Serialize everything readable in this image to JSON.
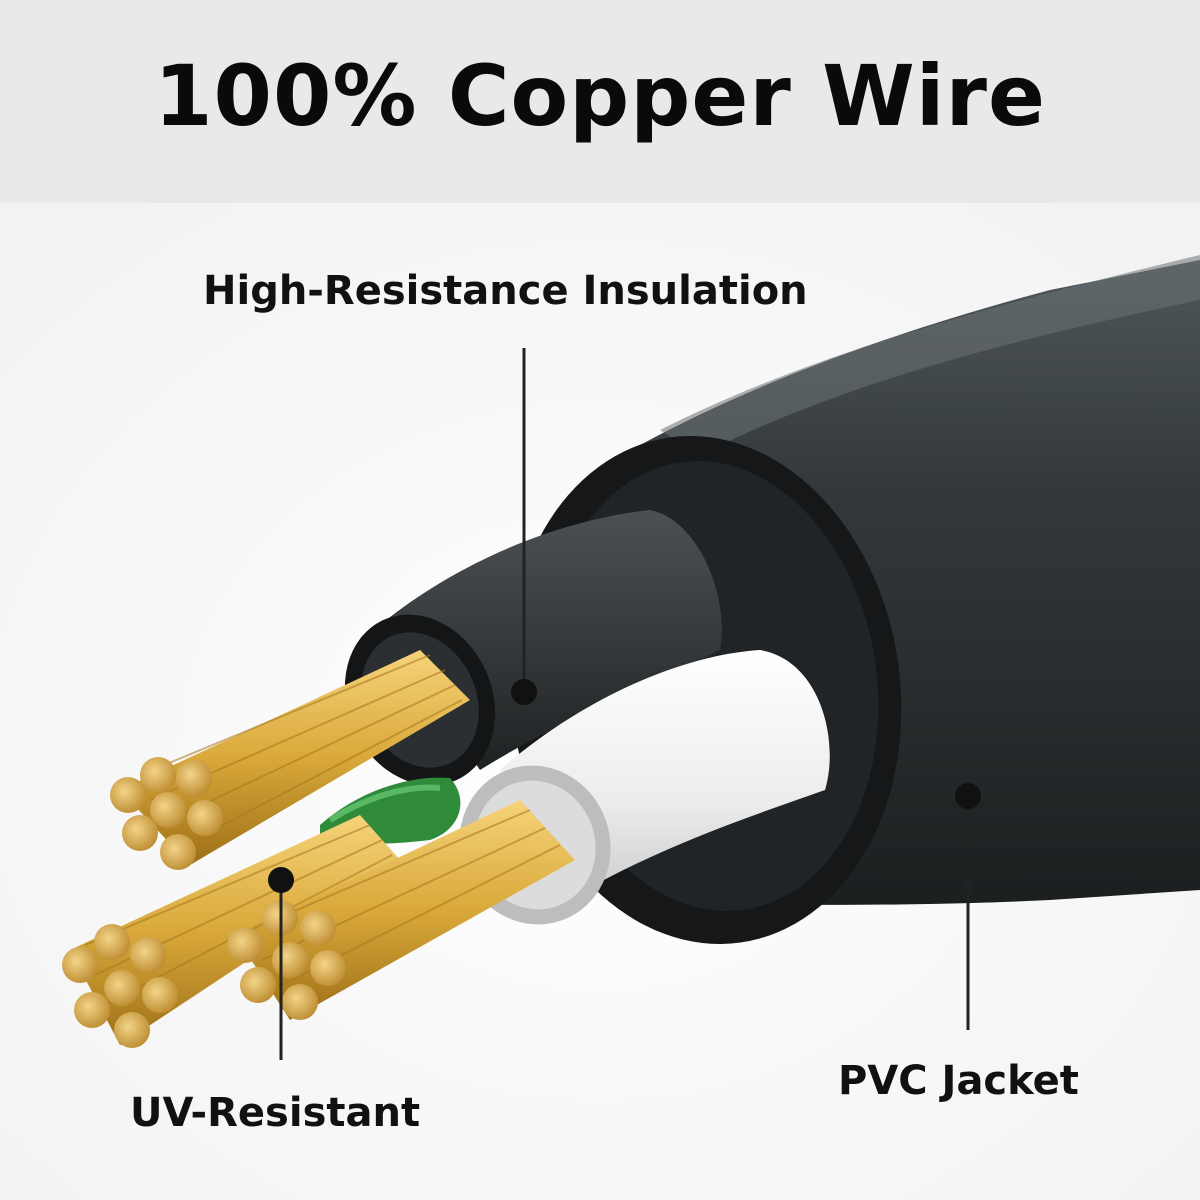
{
  "header": {
    "title": "100% Copper Wire"
  },
  "callouts": {
    "insulation": "High-Resistance Insulation",
    "uv": "UV-Resistant",
    "pvc": "PVC Jacket"
  },
  "colors": {
    "banner": "#e9e9e9",
    "jacket": "#2b2f31",
    "white_core": "#f2f2f2",
    "green_core": "#2f8a3a",
    "copper": "#d9a93a"
  }
}
